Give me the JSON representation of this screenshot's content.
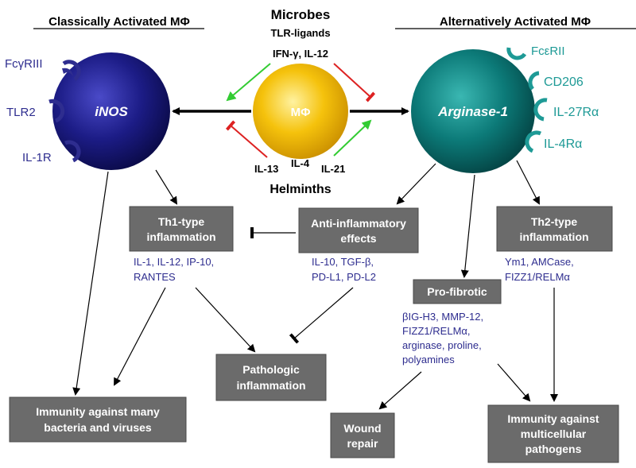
{
  "colors": {
    "classical_cell": "#1a1a7a",
    "macrophage": "#f2b400",
    "alternative_cell": "#0b6d6d",
    "box_fill": "#6b6b6b",
    "blue_text": "#2e2d8f",
    "teal_text": "#1e9a96",
    "activating_arrow": "#33cc33",
    "inhibiting_arrow": "#dd2222"
  },
  "headers": {
    "classical": "Classically Activated MΦ",
    "alternative": "Alternatively Activated MΦ"
  },
  "center": {
    "microbes": "Microbes",
    "tlr_ligands": "TLR-ligands",
    "ifn_il12": "IFN-γ, IL-12",
    "macrophage": "MΦ",
    "il13": "IL-13",
    "il4": "IL-4",
    "il21": "IL-21",
    "helminths": "Helminths"
  },
  "classical_cell": {
    "label": "iNOS",
    "receptors": [
      "FcγRIII",
      "TLR2",
      "IL-1R"
    ]
  },
  "alternative_cell": {
    "label": "Arginase-1",
    "receptors": [
      "FcεRII",
      "CD206",
      "IL-27Rα",
      "IL-4Rα"
    ]
  },
  "boxes": {
    "th1": [
      "Th1-type",
      "inflammation"
    ],
    "anti": [
      "Anti-inflammatory",
      "effects"
    ],
    "th2": [
      "Th2-type",
      "inflammation"
    ],
    "profibrotic": [
      "Pro-fibrotic"
    ],
    "pathologic": [
      "Pathologic",
      "inflammation"
    ],
    "immunity_bv": [
      "Immunity against many",
      "bacteria and viruses"
    ],
    "wound": [
      "Wound",
      "repair"
    ],
    "immunity_mp": [
      "Immunity against",
      "multicellular",
      "pathogens"
    ]
  },
  "mediators": {
    "th1": [
      "IL-1, IL-12, IP-10,",
      "RANTES"
    ],
    "anti": [
      "IL-10, TGF-β,",
      "PD-L1, PD-L2"
    ],
    "th2": [
      "Ym1, AMCase,",
      "FIZZ1/RELMα"
    ],
    "profibrotic": [
      "βIG-H3, MMP-12,",
      "FIZZ1/RELMα,",
      "arginase, proline,",
      "polyamines"
    ]
  }
}
